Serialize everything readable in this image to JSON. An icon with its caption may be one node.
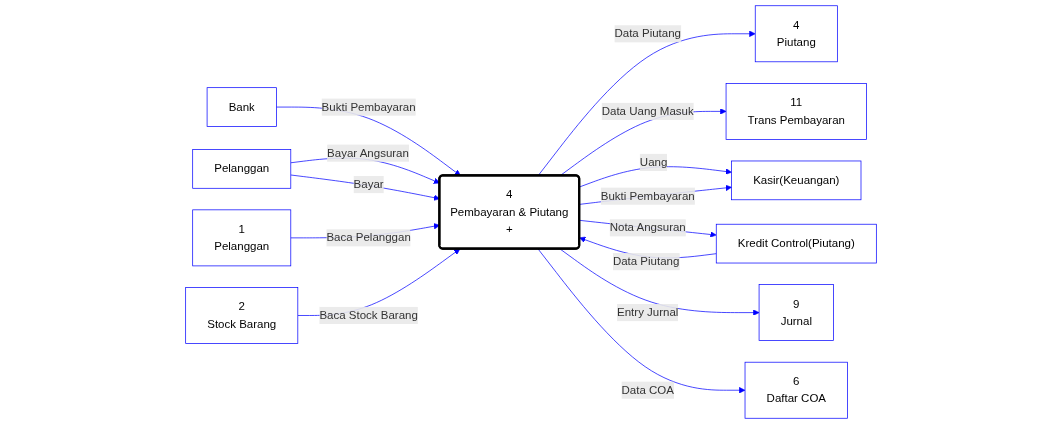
{
  "diagram": {
    "nodes": [
      {
        "text": [
          "4",
          "Piutang"
        ]
      },
      {
        "text": [
          "11",
          "Trans Pembayaran"
        ]
      },
      {
        "text": [
          "Bank"
        ]
      },
      {
        "text": [
          "Pelanggan"
        ]
      },
      {
        "text": [
          "Kasir(Keuangan)"
        ]
      },
      {
        "text": [
          "4",
          "Pembayaran & Piutang",
          "+"
        ]
      },
      {
        "text": [
          "Kredit Control(Piutang)"
        ]
      },
      {
        "text": [
          "9",
          "Jurnal"
        ]
      },
      {
        "text": [
          "6",
          "Daftar COA"
        ]
      },
      {
        "text": [
          "1",
          "Pelanggan"
        ]
      },
      {
        "text": [
          "2",
          "Stock Barang"
        ]
      }
    ],
    "edges": [
      {
        "from": 5,
        "to": 0,
        "arrow": "to",
        "label": "Data Piutang"
      },
      {
        "from": 5,
        "to": 1,
        "arrow": "to",
        "label": "Data Uang Masuk"
      },
      {
        "from": 2,
        "to": 5,
        "arrow": "to",
        "label": "Bukti Pembayaran"
      },
      {
        "from": 3,
        "to": 5,
        "arrow": "to",
        "label": "Bayar Angsuran"
      },
      {
        "from": 3,
        "to": 5,
        "arrow": "to",
        "label": "Bayar"
      },
      {
        "from": 5,
        "to": 4,
        "arrow": "to",
        "label": "Uang"
      },
      {
        "from": 5,
        "to": 4,
        "arrow": "to",
        "label": "Bukti Pembayaran"
      },
      {
        "from": 6,
        "to": 5,
        "arrow": "to",
        "label": "Data Piutang"
      },
      {
        "from": 5,
        "to": 6,
        "arrow": "to",
        "label": "Nota Angsuran"
      },
      {
        "from": 5,
        "to": 7,
        "arrow": "to",
        "label": "Entry Jurnal"
      },
      {
        "from": 5,
        "to": 8,
        "arrow": "to",
        "label": "Data COA"
      },
      {
        "from": 9,
        "to": 5,
        "arrow": "to",
        "label": "Baca Pelanggan"
      },
      {
        "from": 10,
        "to": 5,
        "arrow": "to",
        "label": "Baca Stock Barang"
      }
    ]
  }
}
